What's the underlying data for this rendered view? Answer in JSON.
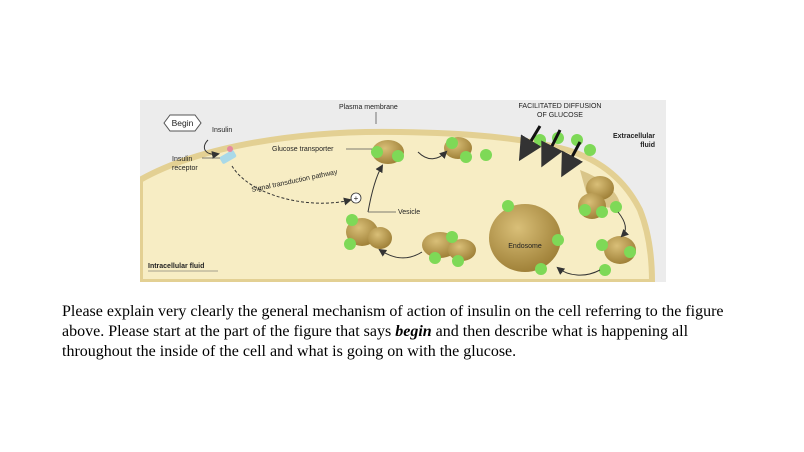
{
  "figure": {
    "labels": {
      "begin": "Begin",
      "insulin": "Insulin",
      "insulin_receptor_line1": "Insulin",
      "insulin_receptor_line2": "receptor",
      "plasma_membrane": "Plasma membrane",
      "glucose_transporter": "Glucose transporter",
      "signal_pathway": "Signal transduction pathway",
      "plus": "+",
      "vesicle": "Vesicle",
      "facilitated_line1": "FACILITATED DIFFUSION",
      "facilitated_line2": "OF GLUCOSE",
      "extracellular_line1": "Extracellular",
      "extracellular_line2": "fluid",
      "endosome": "Endosome",
      "intracellular": "Intracellular fluid"
    },
    "colors": {
      "cytoplasm": "#f7edc4",
      "membrane": "#e3d093",
      "vesicle": "#b89a4e",
      "glucose_transporter": "#7ed957",
      "receptor": "#a9d9e8",
      "background": "#ececec"
    }
  },
  "question": {
    "part1": "Please explain very clearly the general mechanism of action of insulin on the cell referring to the figure above. Please start at the part of the figure that says ",
    "emphasis": "begin",
    "part2": " and then describe what is happening all throughout the inside of the cell and what is going on with the glucose."
  }
}
